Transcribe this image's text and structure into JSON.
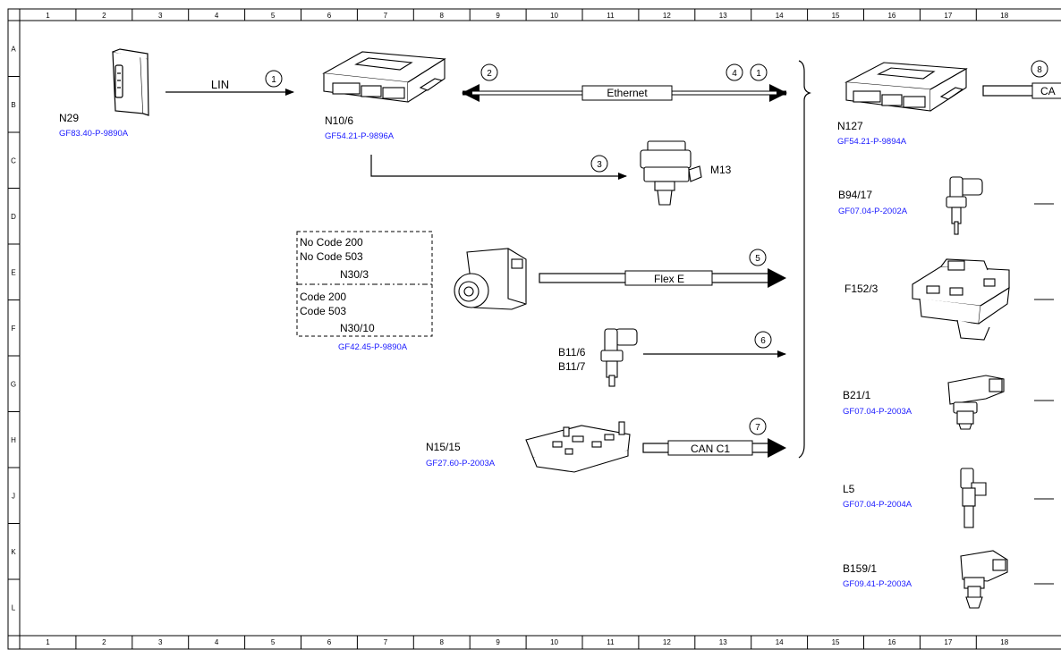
{
  "grid": {
    "columns": [
      "1",
      "2",
      "3",
      "4",
      "5",
      "6",
      "7",
      "8",
      "9",
      "10",
      "11",
      "12",
      "13",
      "14",
      "15",
      "16",
      "17",
      "18"
    ],
    "rows": [
      "A",
      "B",
      "C",
      "D",
      "E",
      "F",
      "G",
      "H",
      "J",
      "K",
      "L"
    ]
  },
  "colors": {
    "line": "#000000",
    "reference_link": "#1a1aff",
    "background": "#ffffff"
  },
  "components": {
    "n29": {
      "code": "N29",
      "ref": "GF83.40-P-9890A",
      "icon": "control-module-icon"
    },
    "n10_6": {
      "code": "N10/6",
      "ref": "GF54.21-P-9896A",
      "icon": "control-unit-box-icon"
    },
    "m13": {
      "code": "M13",
      "icon": "pump-icon"
    },
    "n30": {
      "variant_a_line1": "No Code 200",
      "variant_a_line2": "No Code 503",
      "variant_a_code": "N30/3",
      "variant_b_line1": "Code 200",
      "variant_b_line2": "Code 503",
      "variant_b_code": "N30/10",
      "ref": "GF42.45-P-9890A",
      "icon": "abs-unit-icon"
    },
    "b11": {
      "code1": "B11/6",
      "code2": "B11/7",
      "icon": "temperature-sensor-icon"
    },
    "n15_15": {
      "code": "N15/15",
      "ref": "GF27.60-P-2003A",
      "icon": "circuit-board-icon"
    },
    "n127": {
      "code": "N127",
      "ref": "GF54.21-P-9894A",
      "icon": "control-unit-box-icon"
    },
    "b94_17": {
      "code": "B94/17",
      "ref": "GF07.04-P-2002A",
      "icon": "sensor-icon"
    },
    "f152_3": {
      "code": "F152/3",
      "icon": "fuse-box-icon"
    },
    "b21_1": {
      "code": "B21/1",
      "ref": "GF07.04-P-2003A",
      "icon": "pressure-sensor-icon"
    },
    "l5": {
      "code": "L5",
      "ref": "GF07.04-P-2004A",
      "icon": "crankshaft-sensor-icon"
    },
    "b159_1": {
      "code": "B159/1",
      "ref": "GF09.41-P-2003A",
      "icon": "sensor-icon"
    }
  },
  "connections": {
    "lin": {
      "label": "LIN",
      "marker": "1"
    },
    "ethernet": {
      "label": "Ethernet",
      "marker_left": "2",
      "marker_right_1": "4",
      "marker_right_2": "1"
    },
    "m13_link": {
      "marker": "3"
    },
    "flex_e": {
      "label": "Flex E",
      "marker": "5"
    },
    "b11_link": {
      "marker": "6"
    },
    "can_c1": {
      "label": "CAN C1",
      "marker": "7"
    },
    "can_out": {
      "label": "CA",
      "marker": "8"
    }
  }
}
